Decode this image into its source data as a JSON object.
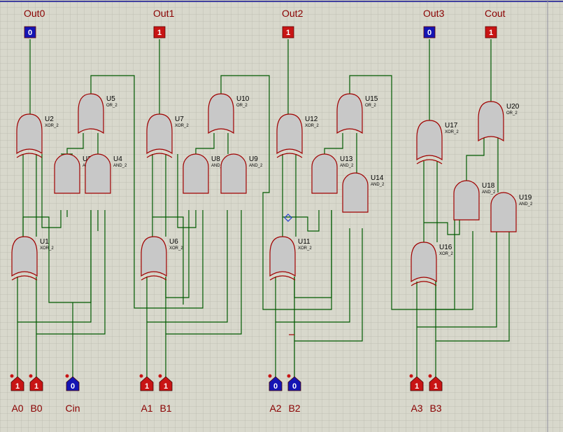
{
  "outputs": [
    {
      "label": "Out0",
      "value": "0",
      "color": "#1414b4"
    },
    {
      "label": "Out1",
      "value": "1",
      "color": "#c81414"
    },
    {
      "label": "Out2",
      "value": "1",
      "color": "#c81414"
    },
    {
      "label": "Out3",
      "value": "0",
      "color": "#1414b4"
    },
    {
      "label": "Cout",
      "value": "1",
      "color": "#c81414"
    }
  ],
  "inputs": [
    {
      "label": "A0",
      "value": "1",
      "color": "#c81414"
    },
    {
      "label": "B0",
      "value": "1",
      "color": "#c81414"
    },
    {
      "label": "Cin",
      "value": "0",
      "color": "#1414b4"
    },
    {
      "label": "A1",
      "value": "1",
      "color": "#c81414"
    },
    {
      "label": "B1",
      "value": "1",
      "color": "#c81414"
    },
    {
      "label": "A2",
      "value": "0",
      "color": "#1414b4"
    },
    {
      "label": "B2",
      "value": "0",
      "color": "#1414b4"
    },
    {
      "label": "A3",
      "value": "1",
      "color": "#c81414"
    },
    {
      "label": "B3",
      "value": "1",
      "color": "#c81414"
    }
  ],
  "gates": [
    {
      "name": "U1",
      "type": "XOR_2",
      "kind": "xor"
    },
    {
      "name": "U2",
      "type": "XOR_2",
      "kind": "xor"
    },
    {
      "name": "U3",
      "type": "AND_2",
      "kind": "and"
    },
    {
      "name": "U4",
      "type": "AND_2",
      "kind": "and"
    },
    {
      "name": "U5",
      "type": "OR_2",
      "kind": "or"
    },
    {
      "name": "U6",
      "type": "XOR_2",
      "kind": "xor"
    },
    {
      "name": "U7",
      "type": "XOR_2",
      "kind": "xor"
    },
    {
      "name": "U8",
      "type": "AND_2",
      "kind": "and"
    },
    {
      "name": "U9",
      "type": "AND_2",
      "kind": "and"
    },
    {
      "name": "U10",
      "type": "OR_2",
      "kind": "or"
    },
    {
      "name": "U11",
      "type": "XOR_2",
      "kind": "xor"
    },
    {
      "name": "U12",
      "type": "XOR_2",
      "kind": "xor"
    },
    {
      "name": "U13",
      "type": "AND_2",
      "kind": "and"
    },
    {
      "name": "U14",
      "type": "AND_2",
      "kind": "and"
    },
    {
      "name": "U15",
      "type": "OR_2",
      "kind": "or"
    },
    {
      "name": "U16",
      "type": "XOR_2",
      "kind": "xor"
    },
    {
      "name": "U17",
      "type": "XOR_2",
      "kind": "xor"
    },
    {
      "name": "U18",
      "type": "AND_2",
      "kind": "and"
    },
    {
      "name": "U19",
      "type": "AND_2",
      "kind": "and"
    },
    {
      "name": "U20",
      "type": "OR_2",
      "kind": "or"
    }
  ],
  "colors": {
    "background": "#d8d8cc",
    "grid": "#b9b9ad",
    "wire": "#005a00",
    "gate_fill": "#c8c8c8",
    "gate_stroke": "#a00000"
  }
}
